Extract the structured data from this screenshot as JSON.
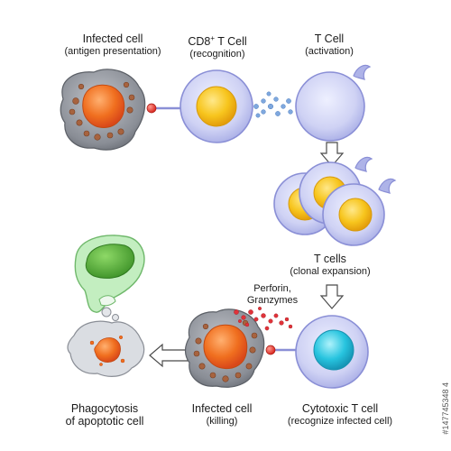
{
  "labels": {
    "infected_presentation": {
      "main": "Infected cell",
      "sub": "(antigen presentation)"
    },
    "cd8_recognition": {
      "main": "CD8",
      "sup": "+",
      "main_rest": " T Cell",
      "sub": "(recognition)"
    },
    "tcell_activation": {
      "main": "T Cell",
      "sub": "(activation)"
    },
    "tcells_expansion": {
      "main": "T cells",
      "sub": "(clonal expansion)"
    },
    "perforin": {
      "line1": "Perforin,",
      "line2": "Granzymes"
    },
    "phagocytosis": {
      "line1": "Phagocytosis",
      "line2": "of apoptotic cell"
    },
    "infected_killing": {
      "main": "Infected cell",
      "sub": "(killing)"
    },
    "cytotoxic": {
      "main": "Cytotoxic T cell",
      "sub": "(recognize infected cell)"
    }
  },
  "stock_id": "#147745348 4",
  "colors": {
    "tcell_body": "#c9ccf0",
    "tcell_outline": "#8a8fd6",
    "nucleus_yellow": "#f7c51d",
    "nucleus_cyan": "#27c4df",
    "infected_body": "#8a8e96",
    "infected_nucleus": "#f06f1f",
    "granule": "#a7633f",
    "phagocyte_green": "#4ea835",
    "phagocyte_body": "#b9e8b8",
    "signal_blue": "#7fa8de",
    "signal_red": "#e0333a",
    "receptor_red": "#e8403a"
  }
}
